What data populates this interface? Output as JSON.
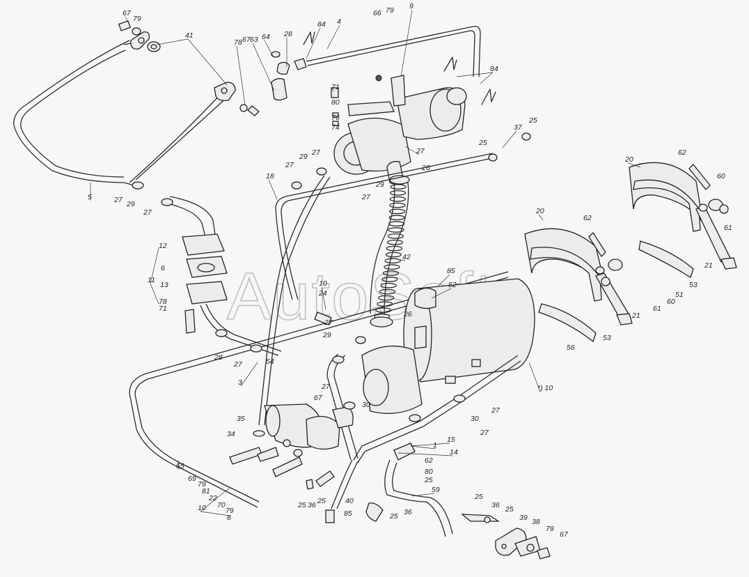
{
  "watermark": "AutoSoft",
  "callouts": [
    {
      "id": "c1",
      "text": "67"
    },
    {
      "id": "c2",
      "text": "79"
    },
    {
      "id": "c3",
      "text": "41"
    },
    {
      "id": "c4",
      "text": "78"
    },
    {
      "id": "c5",
      "text": "67"
    },
    {
      "id": "c6",
      "text": "63"
    },
    {
      "id": "c7",
      "text": "64"
    },
    {
      "id": "c8",
      "text": "28"
    },
    {
      "id": "c9",
      "text": "84"
    },
    {
      "id": "c10",
      "text": "4"
    },
    {
      "id": "c11",
      "text": "66"
    },
    {
      "id": "c12",
      "text": "79"
    },
    {
      "id": "c13",
      "text": "9"
    },
    {
      "id": "c14",
      "text": "84"
    },
    {
      "id": "c15",
      "text": "71"
    },
    {
      "id": "c16",
      "text": "80"
    },
    {
      "id": "c17",
      "text": "76"
    },
    {
      "id": "c18",
      "text": "74"
    },
    {
      "id": "c19",
      "text": "37"
    },
    {
      "id": "c20",
      "text": "25"
    },
    {
      "id": "c21",
      "text": "25"
    },
    {
      "id": "c22",
      "text": "27"
    },
    {
      "id": "c23",
      "text": "27"
    },
    {
      "id": "c24",
      "text": "29"
    },
    {
      "id": "c25",
      "text": "27"
    },
    {
      "id": "c26",
      "text": "26"
    },
    {
      "id": "c27",
      "text": "29"
    },
    {
      "id": "c28",
      "text": "27"
    },
    {
      "id": "c29",
      "text": "18"
    },
    {
      "id": "c30",
      "text": "5"
    },
    {
      "id": "c31",
      "text": "27"
    },
    {
      "id": "c32",
      "text": "29"
    },
    {
      "id": "c33",
      "text": "27"
    },
    {
      "id": "c34",
      "text": "12"
    },
    {
      "id": "c35",
      "text": "6"
    },
    {
      "id": "c36",
      "text": "11"
    },
    {
      "id": "c37",
      "text": "13"
    },
    {
      "id": "c38",
      "text": "78"
    },
    {
      "id": "c39",
      "text": "71"
    },
    {
      "id": "c40",
      "text": "42"
    },
    {
      "id": "c41",
      "text": "85"
    },
    {
      "id": "c42",
      "text": "52"
    },
    {
      "id": "c43",
      "text": "10"
    },
    {
      "id": "c44",
      "text": "24"
    },
    {
      "id": "c45",
      "text": "26"
    },
    {
      "id": "c46",
      "text": "27"
    },
    {
      "id": "c47",
      "text": "29"
    },
    {
      "id": "c48",
      "text": "28"
    },
    {
      "id": "c49",
      "text": "27"
    },
    {
      "id": "c50",
      "text": "54"
    },
    {
      "id": "c51",
      "text": "3"
    },
    {
      "id": "c52",
      "text": "27"
    },
    {
      "id": "c53",
      "text": "30"
    },
    {
      "id": "c54",
      "text": "67"
    },
    {
      "id": "c55",
      "text": "30"
    },
    {
      "id": "c56",
      "text": "27"
    },
    {
      "id": "c57",
      "text": "15"
    },
    {
      "id": "c58",
      "text": "14"
    },
    {
      "id": "c59",
      "text": "1"
    },
    {
      "id": "c60",
      "text": "62"
    },
    {
      "id": "c61",
      "text": "80"
    },
    {
      "id": "c62",
      "text": "25"
    },
    {
      "id": "c63",
      "text": "35"
    },
    {
      "id": "c64",
      "text": "34"
    },
    {
      "id": "c65",
      "text": "55"
    },
    {
      "id": "c66",
      "text": "69"
    },
    {
      "id": "c67",
      "text": "79"
    },
    {
      "id": "c68",
      "text": "81"
    },
    {
      "id": "c69",
      "text": "22"
    },
    {
      "id": "c70",
      "text": "70"
    },
    {
      "id": "c71",
      "text": "79"
    },
    {
      "id": "c72",
      "text": "10"
    },
    {
      "id": "c73",
      "text": "8"
    },
    {
      "id": "c74",
      "text": "25"
    },
    {
      "id": "c75",
      "text": "36"
    },
    {
      "id": "c76",
      "text": "25"
    },
    {
      "id": "c77",
      "text": "40"
    },
    {
      "id": "c78",
      "text": "85"
    },
    {
      "id": "c79",
      "text": "25"
    },
    {
      "id": "c80",
      "text": "36"
    },
    {
      "id": "c81",
      "text": "59"
    },
    {
      "id": "c82",
      "text": "25"
    },
    {
      "id": "c83",
      "text": "36"
    },
    {
      "id": "c84",
      "text": "25"
    },
    {
      "id": "c85",
      "text": "39"
    },
    {
      "id": "c86",
      "text": "38"
    },
    {
      "id": "c87",
      "text": "79"
    },
    {
      "id": "c88",
      "text": "67"
    },
    {
      "id": "c89",
      "text": "20"
    },
    {
      "id": "c90",
      "text": "62"
    },
    {
      "id": "c91",
      "text": "60"
    },
    {
      "id": "c92",
      "text": "61"
    },
    {
      "id": "c93",
      "text": "20"
    },
    {
      "id": "c94",
      "text": "62"
    },
    {
      "id": "c95",
      "text": "21"
    },
    {
      "id": "c96",
      "text": "53"
    },
    {
      "id": "c97",
      "text": "51"
    },
    {
      "id": "c98",
      "text": "60"
    },
    {
      "id": "c99",
      "text": "61"
    },
    {
      "id": "c100",
      "text": "21"
    },
    {
      "id": "c101",
      "text": "53"
    },
    {
      "id": "c102",
      "text": "56"
    },
    {
      "id": "c103",
      "text": "*) 10"
    },
    {
      "id": "c104",
      "text": "27"
    }
  ]
}
